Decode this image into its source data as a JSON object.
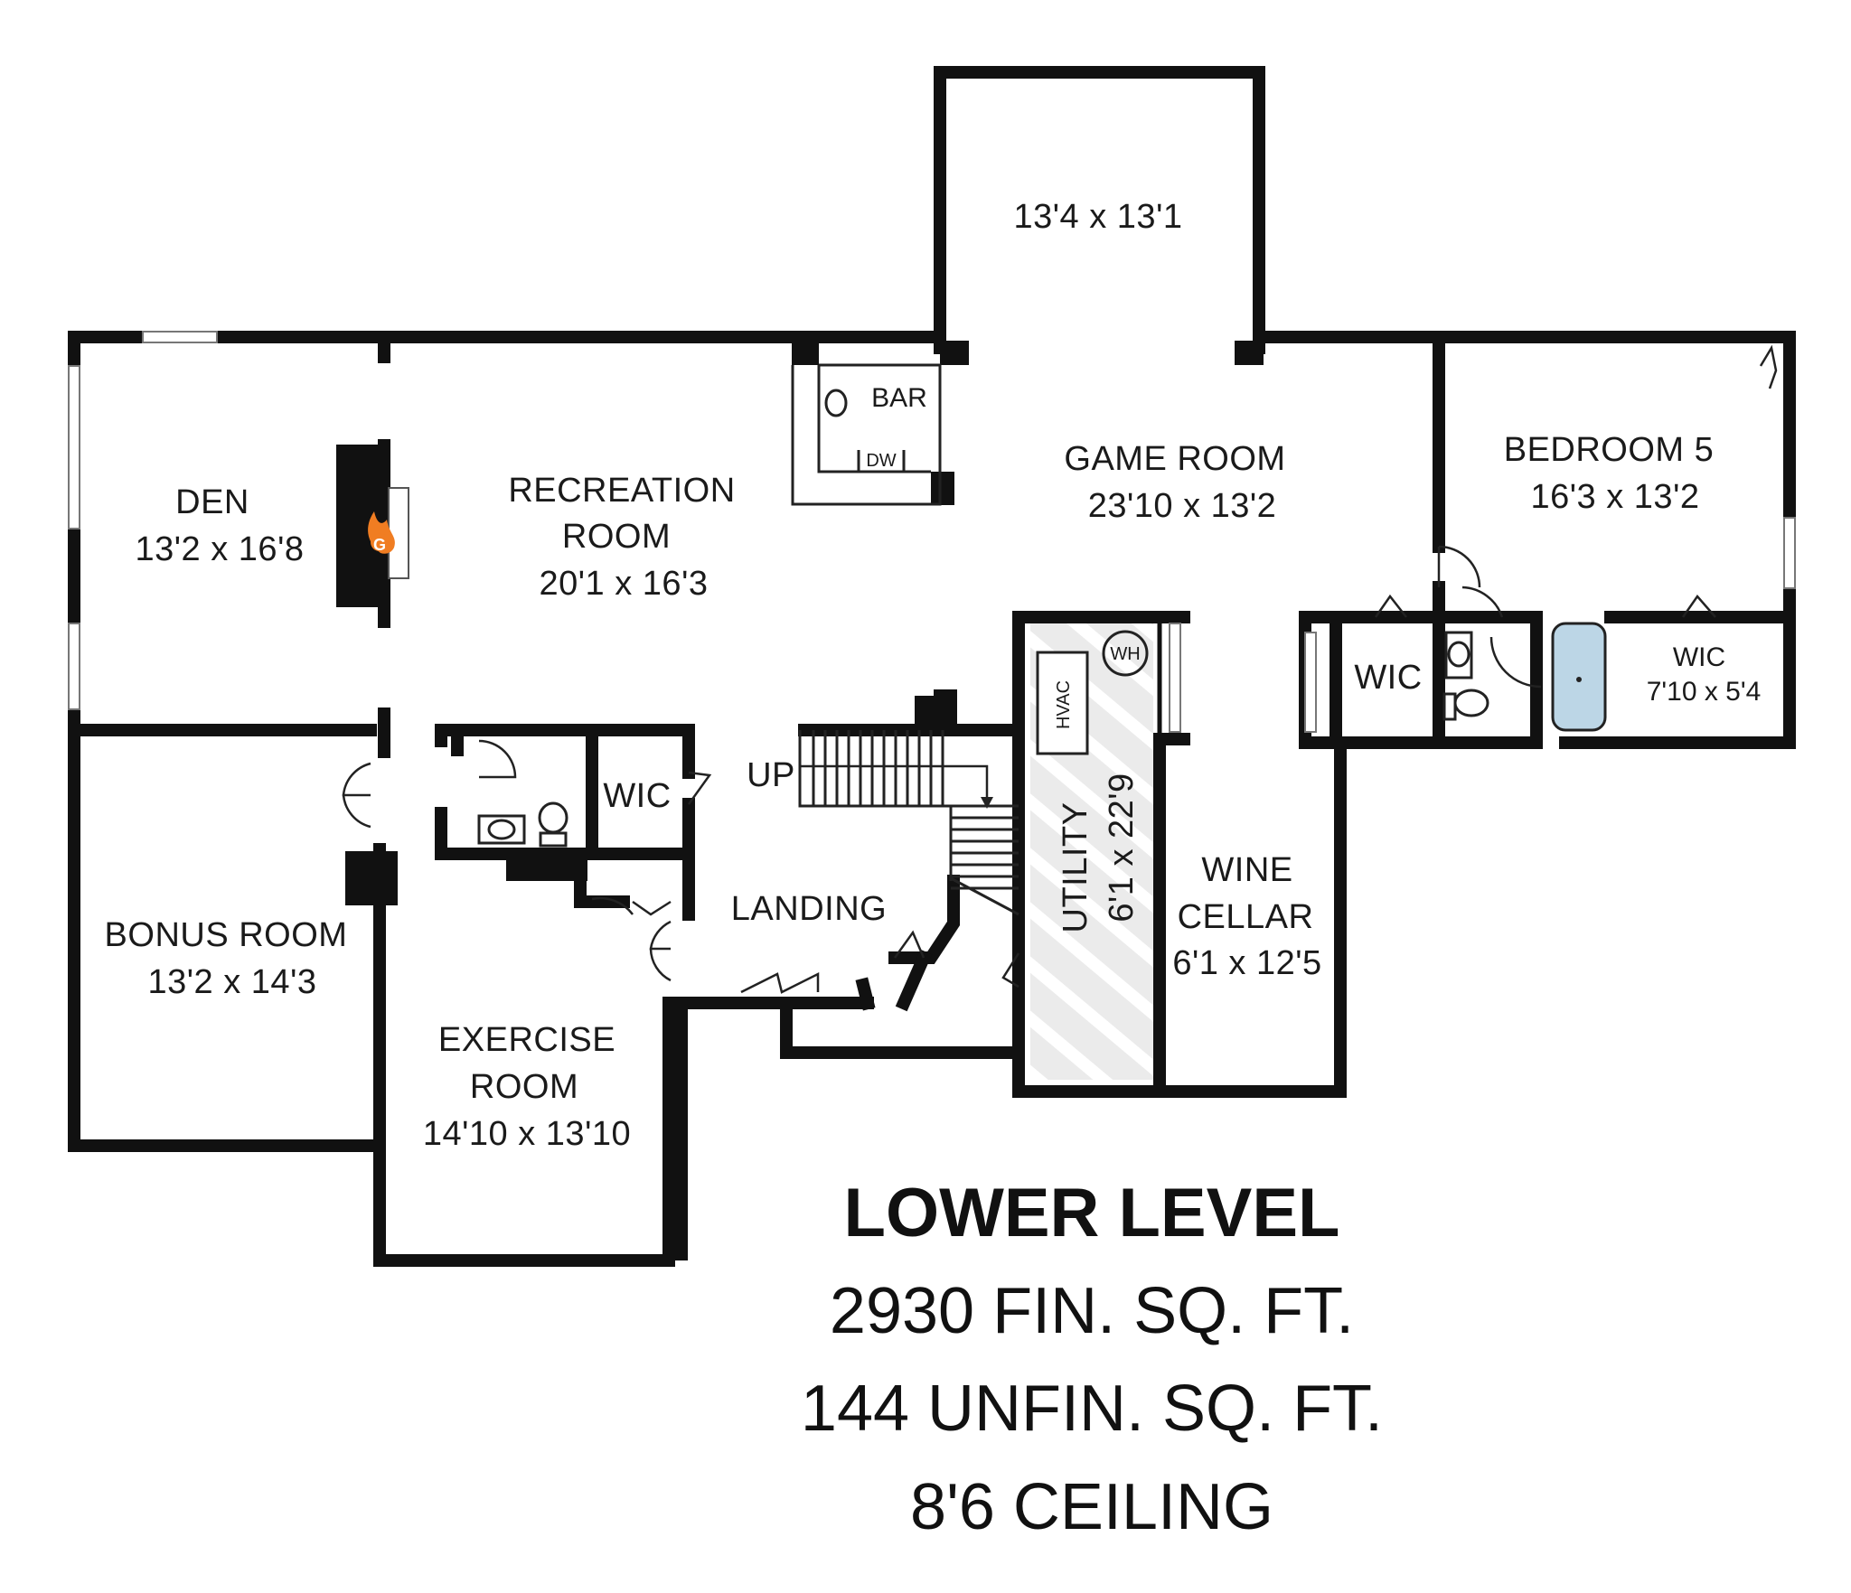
{
  "rooms": {
    "top_room": {
      "dims": "13'4 x 13'1"
    },
    "bar": {
      "name": "BAR",
      "dw": "DW"
    },
    "game_room": {
      "name": "GAME ROOM",
      "dims": "23'10 x 13'2"
    },
    "bedroom5": {
      "name": "BEDROOM 5",
      "dims": "16'3 x 13'2"
    },
    "den": {
      "name": "DEN",
      "dims": "13'2 x 16'8"
    },
    "recreation": {
      "line1": "RECREATION",
      "line2": "ROOM",
      "dims": "20'1 x 16'3"
    },
    "wic_bath": {
      "name": "WIC"
    },
    "wic_bed": {
      "name": "WIC",
      "dims": "7'10 x 5'4"
    },
    "wic_hall": {
      "name": "WIC"
    },
    "up": {
      "name": "UP"
    },
    "landing": {
      "name": "LANDING"
    },
    "utility": {
      "name": "UTILITY",
      "dims": "6'1 x 22'9",
      "hvac": "HVAC",
      "wh": "WH"
    },
    "wine": {
      "line1": "WINE",
      "line2": "CELLAR",
      "dims": "6'1 x 12'5"
    },
    "bonus": {
      "name": "BONUS ROOM",
      "dims": "13'2 x 14'3"
    },
    "exercise": {
      "line1": "EXERCISE",
      "line2": "ROOM",
      "dims": "14'10 x 13'10"
    },
    "fireplace": {
      "symbol": "G"
    }
  },
  "summary": {
    "title": "LOWER LEVEL",
    "finished": "2930 FIN. SQ. FT.",
    "unfinished": "144 UNFIN. SQ. FT.",
    "ceiling": "8'6 CEILING"
  },
  "colors": {
    "wall": "#111111",
    "utility_fill": "#e6e6e6",
    "tub": "#bcd6e6",
    "flame": "#f07d22"
  }
}
